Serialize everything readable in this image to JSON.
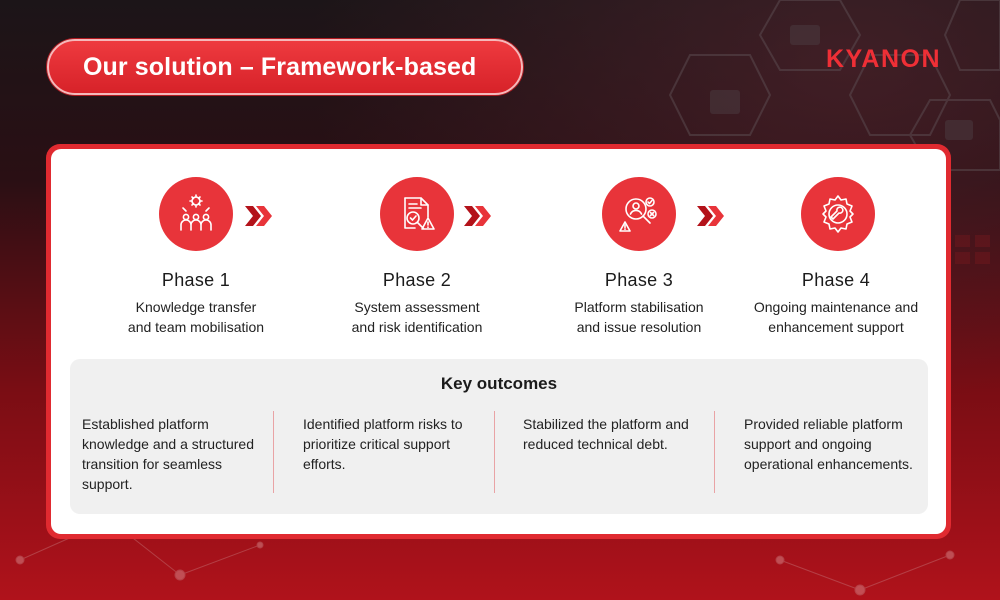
{
  "header": {
    "title": "Our solution – Framework-based",
    "logo_text": "KYANON"
  },
  "phases": [
    {
      "title": "Phase 1",
      "line1": "Knowledge transfer",
      "line2": "and team mobilisation",
      "icon": "team-icon"
    },
    {
      "title": "Phase 2",
      "line1": "System assessment",
      "line2": "and risk identification",
      "icon": "document-risk-icon"
    },
    {
      "title": "Phase 3",
      "line1": "Platform stabilisation",
      "line2": "and issue resolution",
      "icon": "magnifier-issue-icon"
    },
    {
      "title": "Phase 4",
      "line1": "Ongoing maintenance and",
      "line2": "enhancement support",
      "icon": "gear-wrench-icon"
    }
  ],
  "outcomes": {
    "heading": "Key outcomes",
    "items": [
      "Established platform knowledge and a structured transition for seamless support.",
      "Identified platform risks to prioritize critical support efforts.",
      "Stabilized the platform and reduced technical debt.",
      "Provided reliable platform support and ongoing operational enhancements."
    ]
  },
  "colors": {
    "accent": "#e8343a",
    "card_border": "#e02a30",
    "outcomes_bg": "#f0f0f0"
  }
}
